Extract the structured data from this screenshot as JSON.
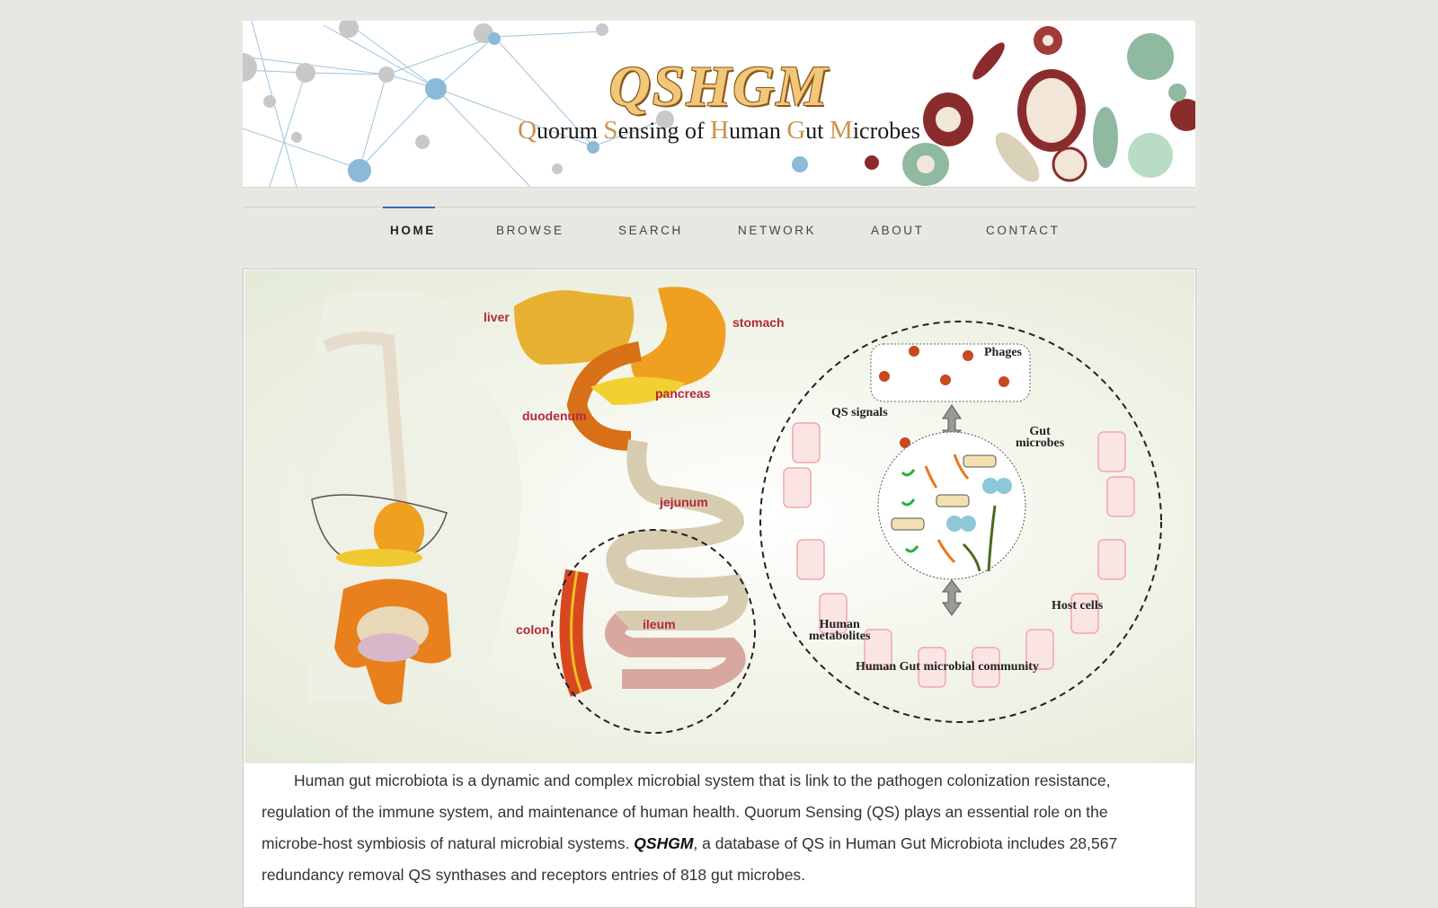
{
  "banner": {
    "title": "QSHGM",
    "subtitle_parts": [
      {
        "cap": "Q",
        "rest": "uorum "
      },
      {
        "cap": "S",
        "rest": "ensing of "
      },
      {
        "cap": "H",
        "rest": "uman "
      },
      {
        "cap": "G",
        "rest": "ut "
      },
      {
        "cap": "M",
        "rest": "icrobes"
      }
    ]
  },
  "nav": {
    "items": [
      {
        "label": "HOME",
        "active": true
      },
      {
        "label": "BROWSE"
      },
      {
        "label": "SEARCH"
      },
      {
        "label": "NETWORK"
      },
      {
        "label": "ABOUT"
      },
      {
        "label": "CONTACT"
      }
    ],
    "accent": "#2f6fb8"
  },
  "figure": {
    "organ_labels": {
      "liver": "liver",
      "stomach": "stomach",
      "pancreas": "pancreas",
      "duodenum": "duodenum",
      "jejunum": "jejunum",
      "ileum": "ileum",
      "colon": "colon"
    },
    "community_labels": {
      "phages": "Phages",
      "qs_signals": "QS signals",
      "gut_microbes_1": "Gut",
      "gut_microbes_2": "microbes",
      "host_cells": "Host cells",
      "human_metabolites_1": "Human",
      "human_metabolites_2": "metabolites",
      "community": "Human Gut microbial community"
    },
    "label_color": "#b5283a"
  },
  "description": {
    "text_1": "Human gut microbiota is a dynamic and complex microbial system that is link to the pathogen colonization resistance, regulation of the immune system, and maintenance of human health. Quorum Sensing (QS) plays an essential role on the microbe-host symbiosis of natural microbial systems. ",
    "brand": "QSHGM",
    "text_2": ", a database of QS in Human Gut Microbiota includes 28,567 redundancy removal QS synthases and receptors entries of 818 gut microbes."
  }
}
